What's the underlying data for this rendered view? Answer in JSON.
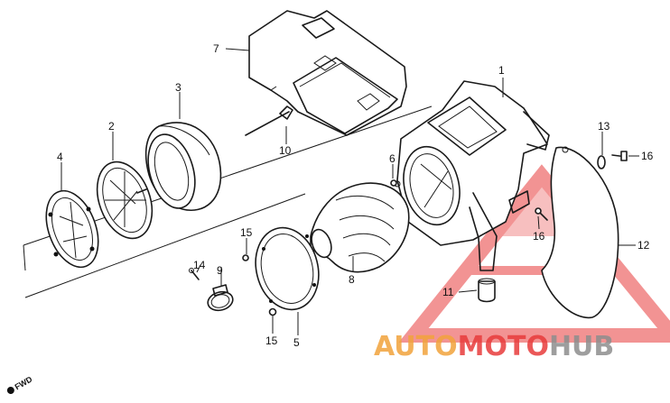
{
  "diagram": {
    "callouts": [
      {
        "id": "1",
        "label": "1"
      },
      {
        "id": "3",
        "label": "3"
      },
      {
        "id": "2",
        "label": "2"
      },
      {
        "id": "4",
        "label": "4"
      },
      {
        "id": "5",
        "label": "5"
      },
      {
        "id": "6",
        "label": "6"
      },
      {
        "id": "7",
        "label": "7"
      },
      {
        "id": "8",
        "label": "8"
      },
      {
        "id": "9",
        "label": "9"
      },
      {
        "id": "10",
        "label": "10"
      },
      {
        "id": "11",
        "label": "11"
      },
      {
        "id": "12",
        "label": "12"
      },
      {
        "id": "13",
        "label": "13"
      },
      {
        "id": "14",
        "label": "14"
      },
      {
        "id": "15a",
        "label": "15"
      },
      {
        "id": "15b",
        "label": "15"
      },
      {
        "id": "16a",
        "label": "16"
      },
      {
        "id": "16b",
        "label": "16"
      }
    ],
    "direction_marker": "FWD"
  },
  "watermark": {
    "part1": "AUTO",
    "part2": "MOTO",
    "part3": "HUB",
    "colors": {
      "auto": "#f2a33c",
      "moto": "#e83c3c",
      "hub": "#8e8e8e",
      "logo": "#e83c3c"
    }
  }
}
